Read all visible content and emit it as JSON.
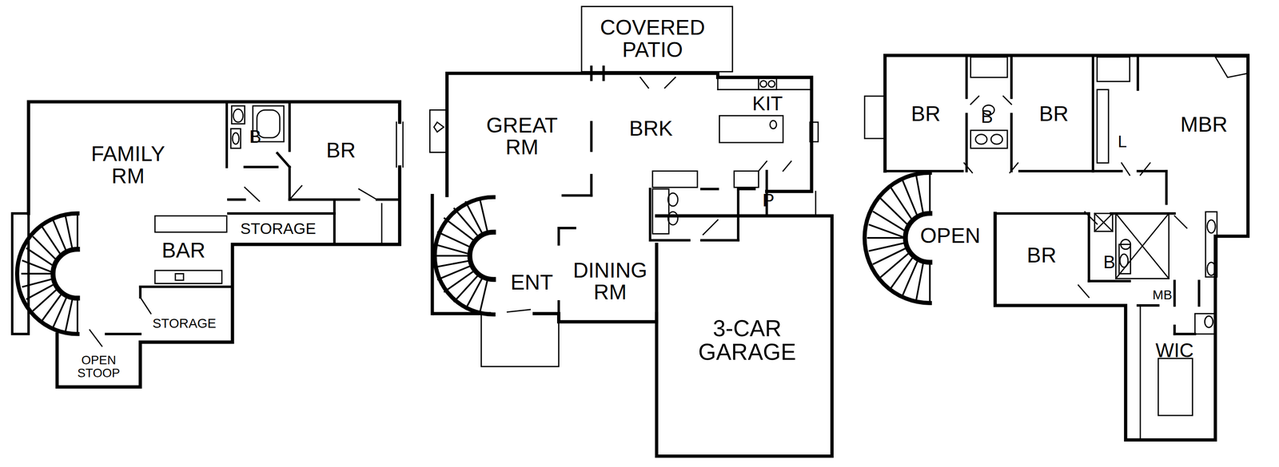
{
  "diagram": {
    "labels": [
      "FAMILY RM",
      "B",
      "BR",
      "BAR",
      "STORAGE",
      "STORAGE",
      "OPEN STOOP",
      "COVERED PATIO",
      "GREAT RM",
      "BRK",
      "KIT",
      "P",
      "ENT",
      "DINING RM",
      "3-CAR GARAGE",
      "BR",
      "B",
      "BR",
      "MBR",
      "L",
      "OPEN",
      "BR",
      "B",
      "MB",
      "WIC"
    ]
  }
}
